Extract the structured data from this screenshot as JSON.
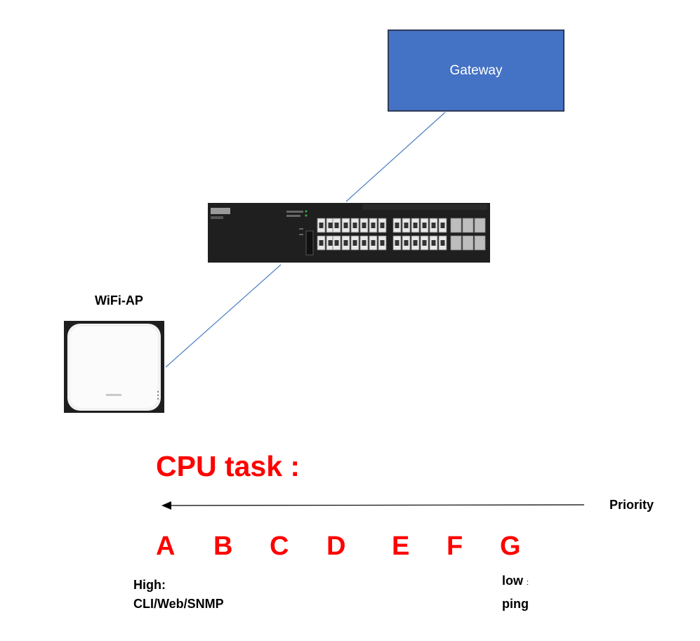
{
  "gateway": {
    "label": "Gateway",
    "fill": "#4472c4"
  },
  "switch": {
    "icon": "network-switch-icon"
  },
  "wifi_ap": {
    "label": "WiFi-AP",
    "icon": "wifi-access-point-icon"
  },
  "links": {
    "color": "#4a7fc1"
  },
  "cpu_task": {
    "title": "CPU task :",
    "title_color": "#ff0000",
    "priority_label": "Priority",
    "tasks": [
      "A",
      "B",
      "C",
      "D",
      "E",
      "F",
      "G"
    ],
    "high_label": "High:",
    "high_desc": "CLI/Web/SNMP",
    "low_label": "low",
    "low_colon": ":",
    "low_desc": "ping"
  }
}
